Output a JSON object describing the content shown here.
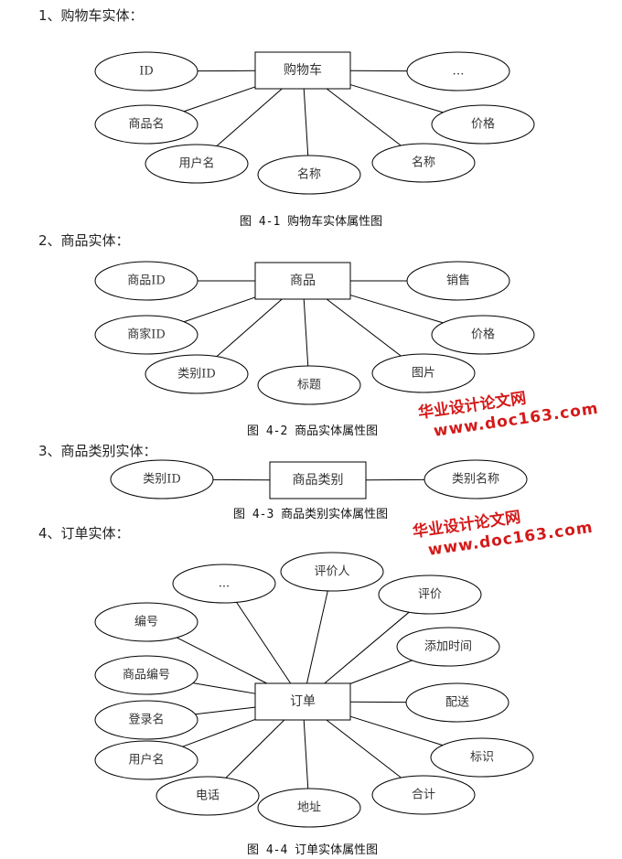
{
  "sections": [
    {
      "heading": "1、购物车实体：",
      "entity": "购物车",
      "attributes": [
        "ID",
        "…",
        "商品名",
        "价格",
        "用户名",
        "名称",
        "名称"
      ],
      "caption": "图 4-1 购物车实体属性图"
    },
    {
      "heading": "2、商品实体：",
      "entity": "商品",
      "attributes": [
        "商品ID",
        "销售",
        "商家ID",
        "价格",
        "类别ID",
        "标题",
        "图片"
      ],
      "caption": "图 4-2 商品实体属性图"
    },
    {
      "heading": "3、商品类别实体：",
      "entity": "商品类别",
      "attributes": [
        "类别ID",
        "类别名称"
      ],
      "caption": "图 4-3 商品类别实体属性图"
    },
    {
      "heading": "4、订单实体：",
      "entity": "订单",
      "attributes": [
        "...",
        "评价人",
        "评价",
        "编号",
        "添加时间",
        "商品编号",
        "配送",
        "登录名",
        "标识",
        "用户名",
        "电话",
        "合计",
        "地址"
      ],
      "caption": "图 4-4 订单实体属性图"
    }
  ],
  "watermark": {
    "line1": "华业设计论文网",
    "line2": "www.doc163.com"
  }
}
